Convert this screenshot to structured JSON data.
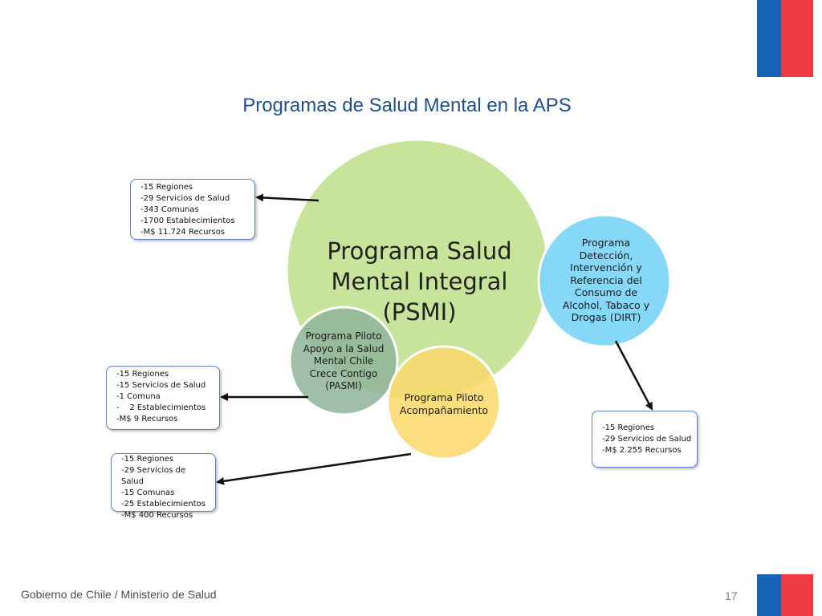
{
  "title": "Programas de Salud Mental en la APS",
  "colors": {
    "flag_blue": "#1565b4",
    "flag_red": "#ee3b42",
    "title": "#1f4e8c"
  },
  "circles": {
    "psmi": {
      "label_lines": [
        "Programa Salud",
        "Mental Integral",
        "(PSMI)"
      ],
      "color": "#c8e39a"
    },
    "dirt": {
      "label_lines": [
        "Programa",
        "Detección,",
        "Intervención y",
        "Referencia del",
        "Consumo de",
        "Alcohol, Tabaco y",
        "Drogas (DIRT)"
      ],
      "color": "#7fd6f7"
    },
    "pasmi": {
      "label_lines": [
        "Programa Piloto",
        "Apoyo a la Salud",
        "Mental Chile",
        "Crece Contigo",
        "(PASMI)"
      ],
      "color": "#8fb49a"
    },
    "acompanamiento": {
      "label_lines": [
        "Programa Piloto",
        "Acompañamiento"
      ],
      "color": "#fbd86b"
    }
  },
  "boxes": {
    "psmi": [
      "-15 Regiones",
      "-29 Servicios de Salud",
      "-343 Comunas",
      "-1700 Establecimientos",
      "-M$ 11.724 Recursos"
    ],
    "pasmi": [
      "-15 Regiones",
      "-15 Servicios de Salud",
      "-1 Comuna",
      "-    2 Establecimientos",
      "-M$ 9 Recursos"
    ],
    "acompanamiento": [
      "-15 Regiones",
      "-29 Servicios de Salud",
      "-15 Comunas",
      "-25 Establecimientos",
      "-M$ 400 Recursos"
    ],
    "dirt": [
      "-15 Regiones",
      "-29 Servicios de Salud",
      "-M$ 2.255 Recursos"
    ]
  },
  "footer": {
    "text": "Gobierno de Chile / Ministerio de Salud",
    "page": "17"
  }
}
